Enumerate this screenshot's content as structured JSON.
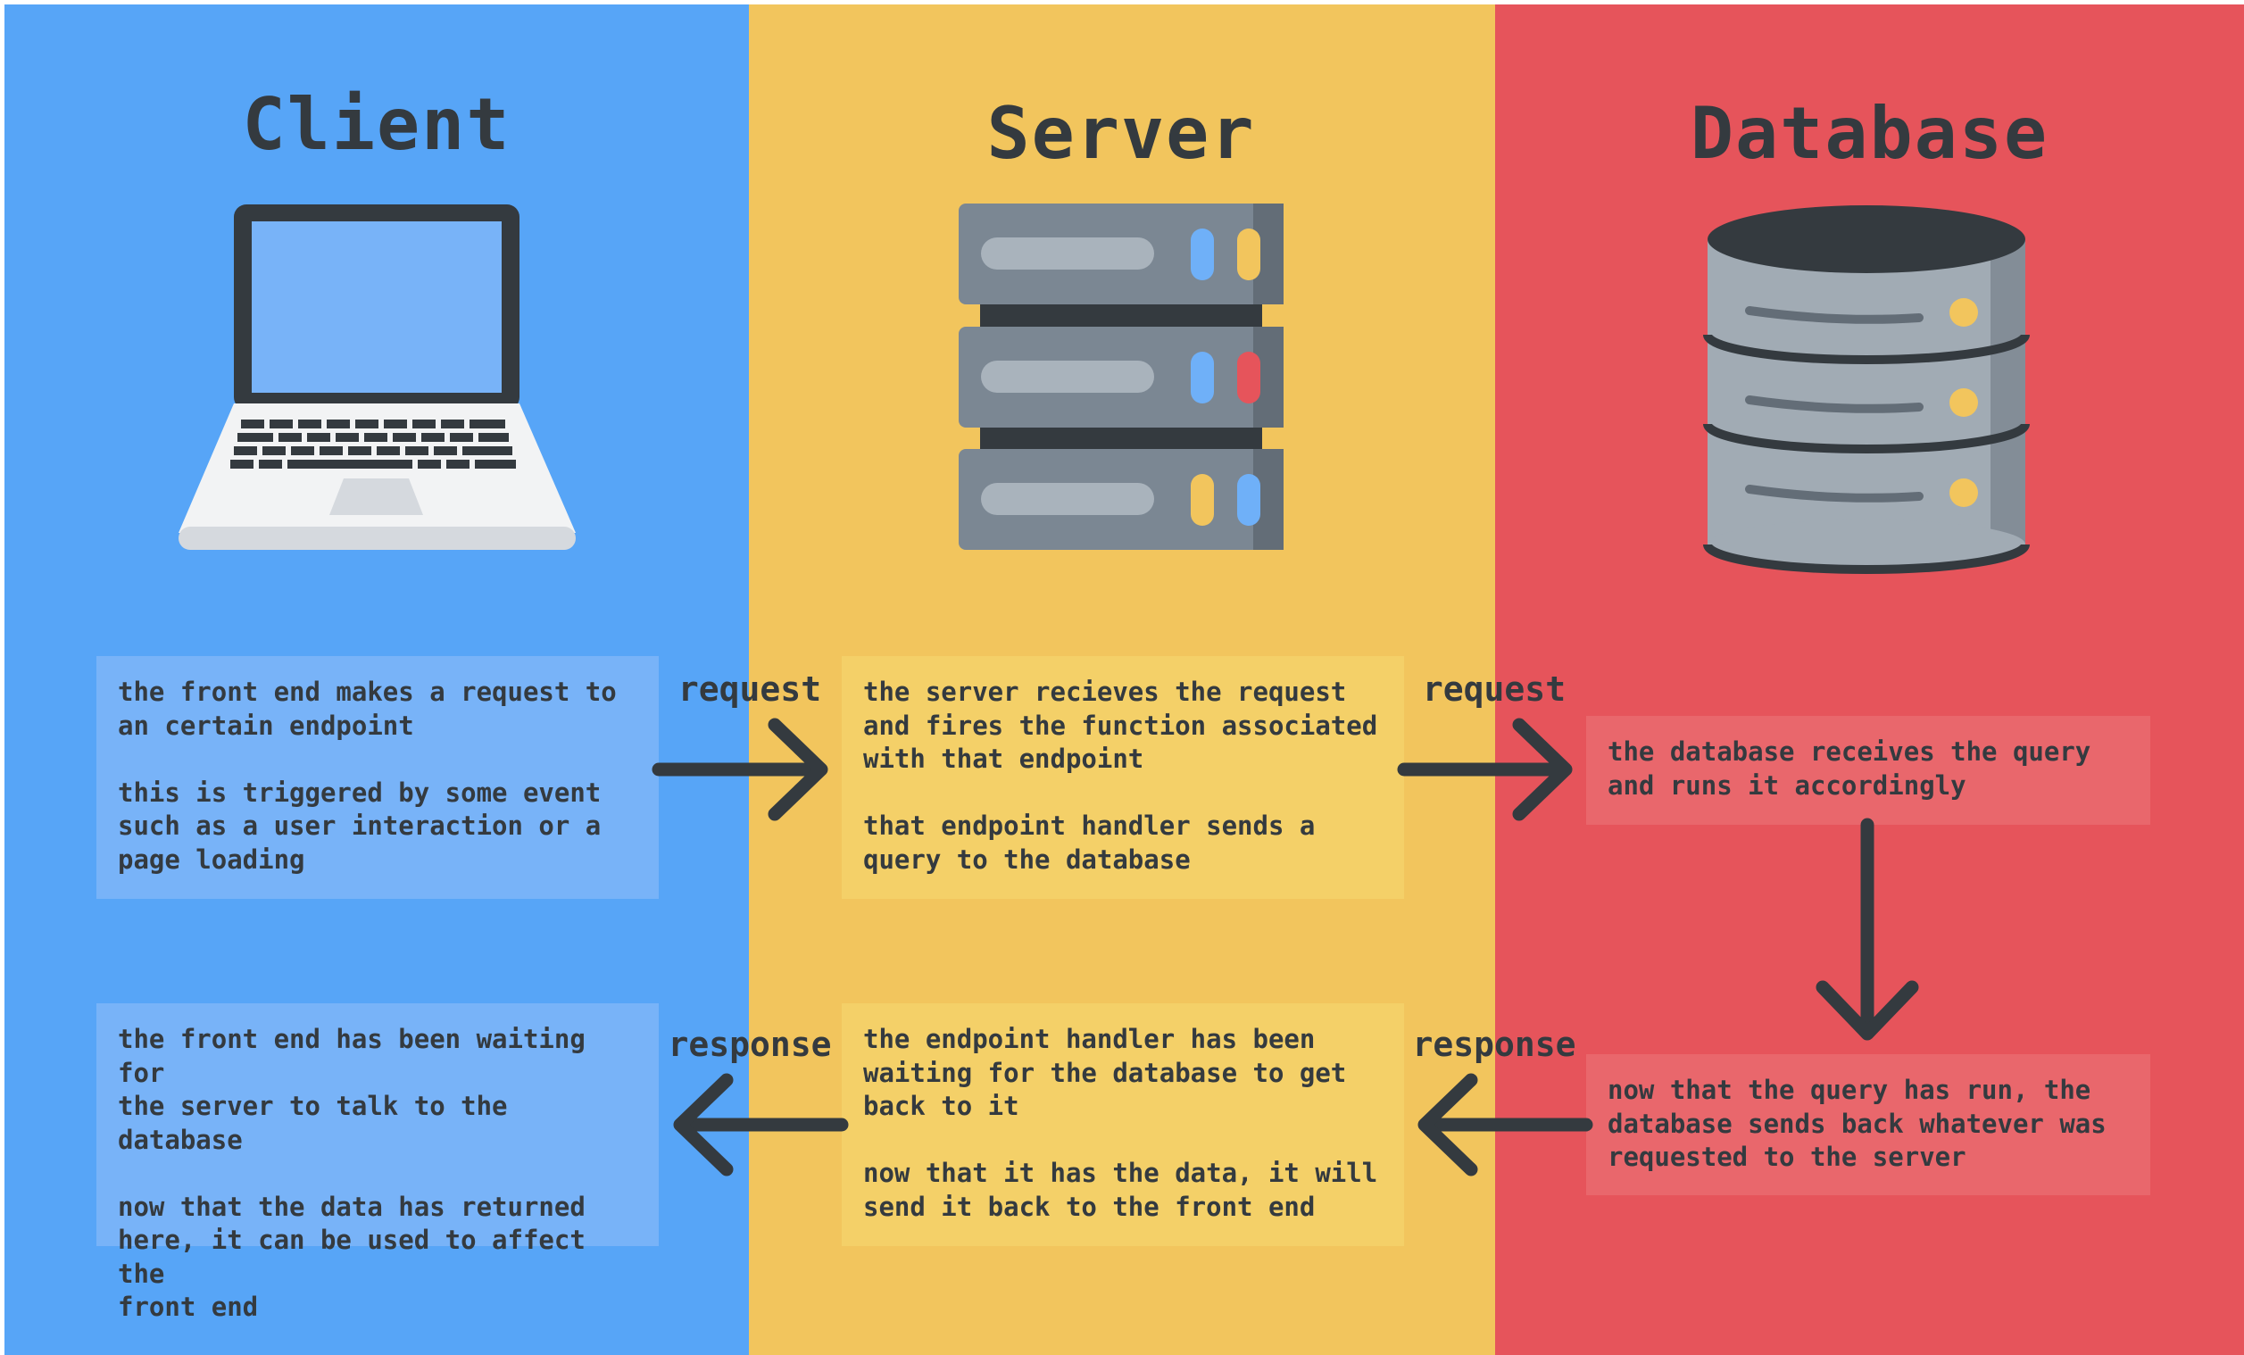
{
  "columns": {
    "client": {
      "title": "Client",
      "bg": "#57a5f7",
      "icon": "laptop-icon"
    },
    "server": {
      "title": "Server",
      "bg": "#f2c55d",
      "icon": "server-rack-icon"
    },
    "database": {
      "title": "Database",
      "bg": "#e6545b",
      "icon": "database-cylinder-icon"
    }
  },
  "boxes": {
    "client_request": [
      "the front end makes a request to\nan certain endpoint",
      "this is triggered by some event\nsuch as a user interaction or a\npage loading"
    ],
    "server_request": [
      "the server recieves the request\nand fires the function associated\nwith that endpoint",
      "that endpoint handler sends a\nquery to the database"
    ],
    "database_query": [
      "the database receives the query\nand runs it accordingly"
    ],
    "database_response": [
      "now that the query has run, the\ndatabase sends back whatever was\nrequested to the server"
    ],
    "server_response": [
      "the endpoint handler has been\nwaiting for the database to get\nback to it",
      "now that it has the data, it will\nsend it back to the front end"
    ],
    "client_response": [
      "the front end has been waiting for\nthe server to talk to the database",
      "now that the data has returned\nhere, it can be used to affect the\nfront end"
    ]
  },
  "arrows": {
    "client_to_server": "request",
    "server_to_database": "request",
    "database_to_server": "response",
    "server_to_client": "response"
  },
  "colors": {
    "ink": "#343a3f",
    "client_box": "#78b3f8",
    "server_box": "#f4d068",
    "database_box": "#e9676c"
  }
}
